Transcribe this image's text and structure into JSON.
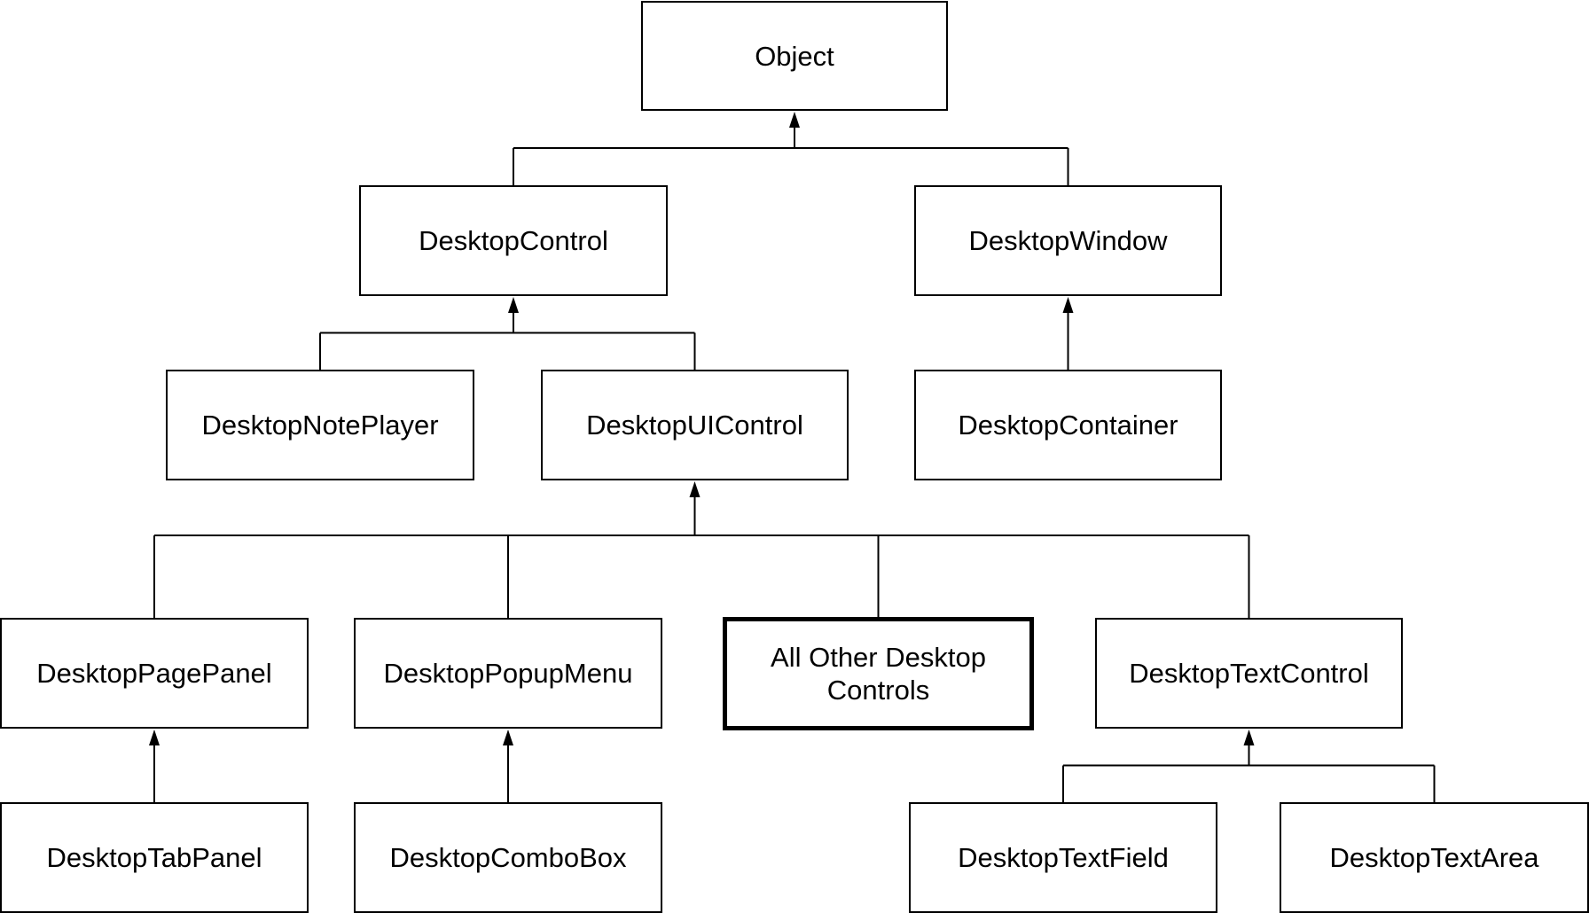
{
  "diagram": {
    "nodes": {
      "object": "Object",
      "desktop_control": "DesktopControl",
      "desktop_window": "DesktopWindow",
      "desktop_note_player": "DesktopNotePlayer",
      "desktop_ui_control": "DesktopUIControl",
      "desktop_container": "DesktopContainer",
      "desktop_page_panel": "DesktopPagePanel",
      "desktop_popup_menu": "DesktopPopupMenu",
      "all_other_line1": "All Other Desktop",
      "all_other_line2": "Controls",
      "desktop_text_control": "DesktopTextControl",
      "desktop_tab_panel": "DesktopTabPanel",
      "desktop_combo_box": "DesktopComboBox",
      "desktop_text_field": "DesktopTextField",
      "desktop_text_area": "DesktopTextArea"
    },
    "edges": [
      {
        "parent": "object",
        "children": [
          "desktop_control",
          "desktop_window"
        ]
      },
      {
        "parent": "desktop_control",
        "children": [
          "desktop_note_player",
          "desktop_ui_control"
        ]
      },
      {
        "parent": "desktop_window",
        "children": [
          "desktop_container"
        ]
      },
      {
        "parent": "desktop_ui_control",
        "children": [
          "desktop_page_panel",
          "desktop_popup_menu",
          "all_other_controls",
          "desktop_text_control"
        ]
      },
      {
        "parent": "desktop_page_panel",
        "children": [
          "desktop_tab_panel"
        ]
      },
      {
        "parent": "desktop_popup_menu",
        "children": [
          "desktop_combo_box"
        ]
      },
      {
        "parent": "desktop_text_control",
        "children": [
          "desktop_text_field",
          "desktop_text_area"
        ]
      }
    ],
    "colors": {
      "line": "#000000",
      "box_border": "#000000",
      "background": "#ffffff"
    }
  }
}
